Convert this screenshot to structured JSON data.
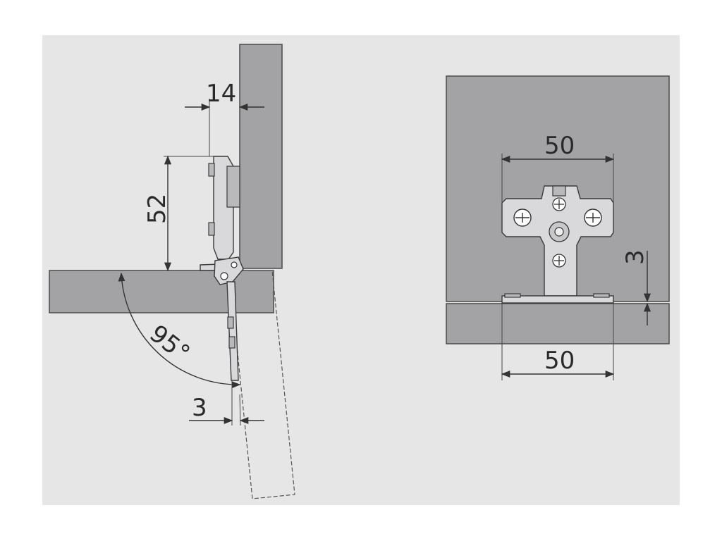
{
  "diagram": {
    "colors": {
      "background": "#e6e6e7",
      "panel": "#a3a3a5",
      "metal": "#d9d9db",
      "line": "#333333"
    },
    "labels": {
      "side_overlay": "14",
      "side_height": "52",
      "opening_angle": "95°",
      "side_gap": "3",
      "front_plate_width": "50",
      "front_gap": "3",
      "front_base_width": "50"
    }
  }
}
